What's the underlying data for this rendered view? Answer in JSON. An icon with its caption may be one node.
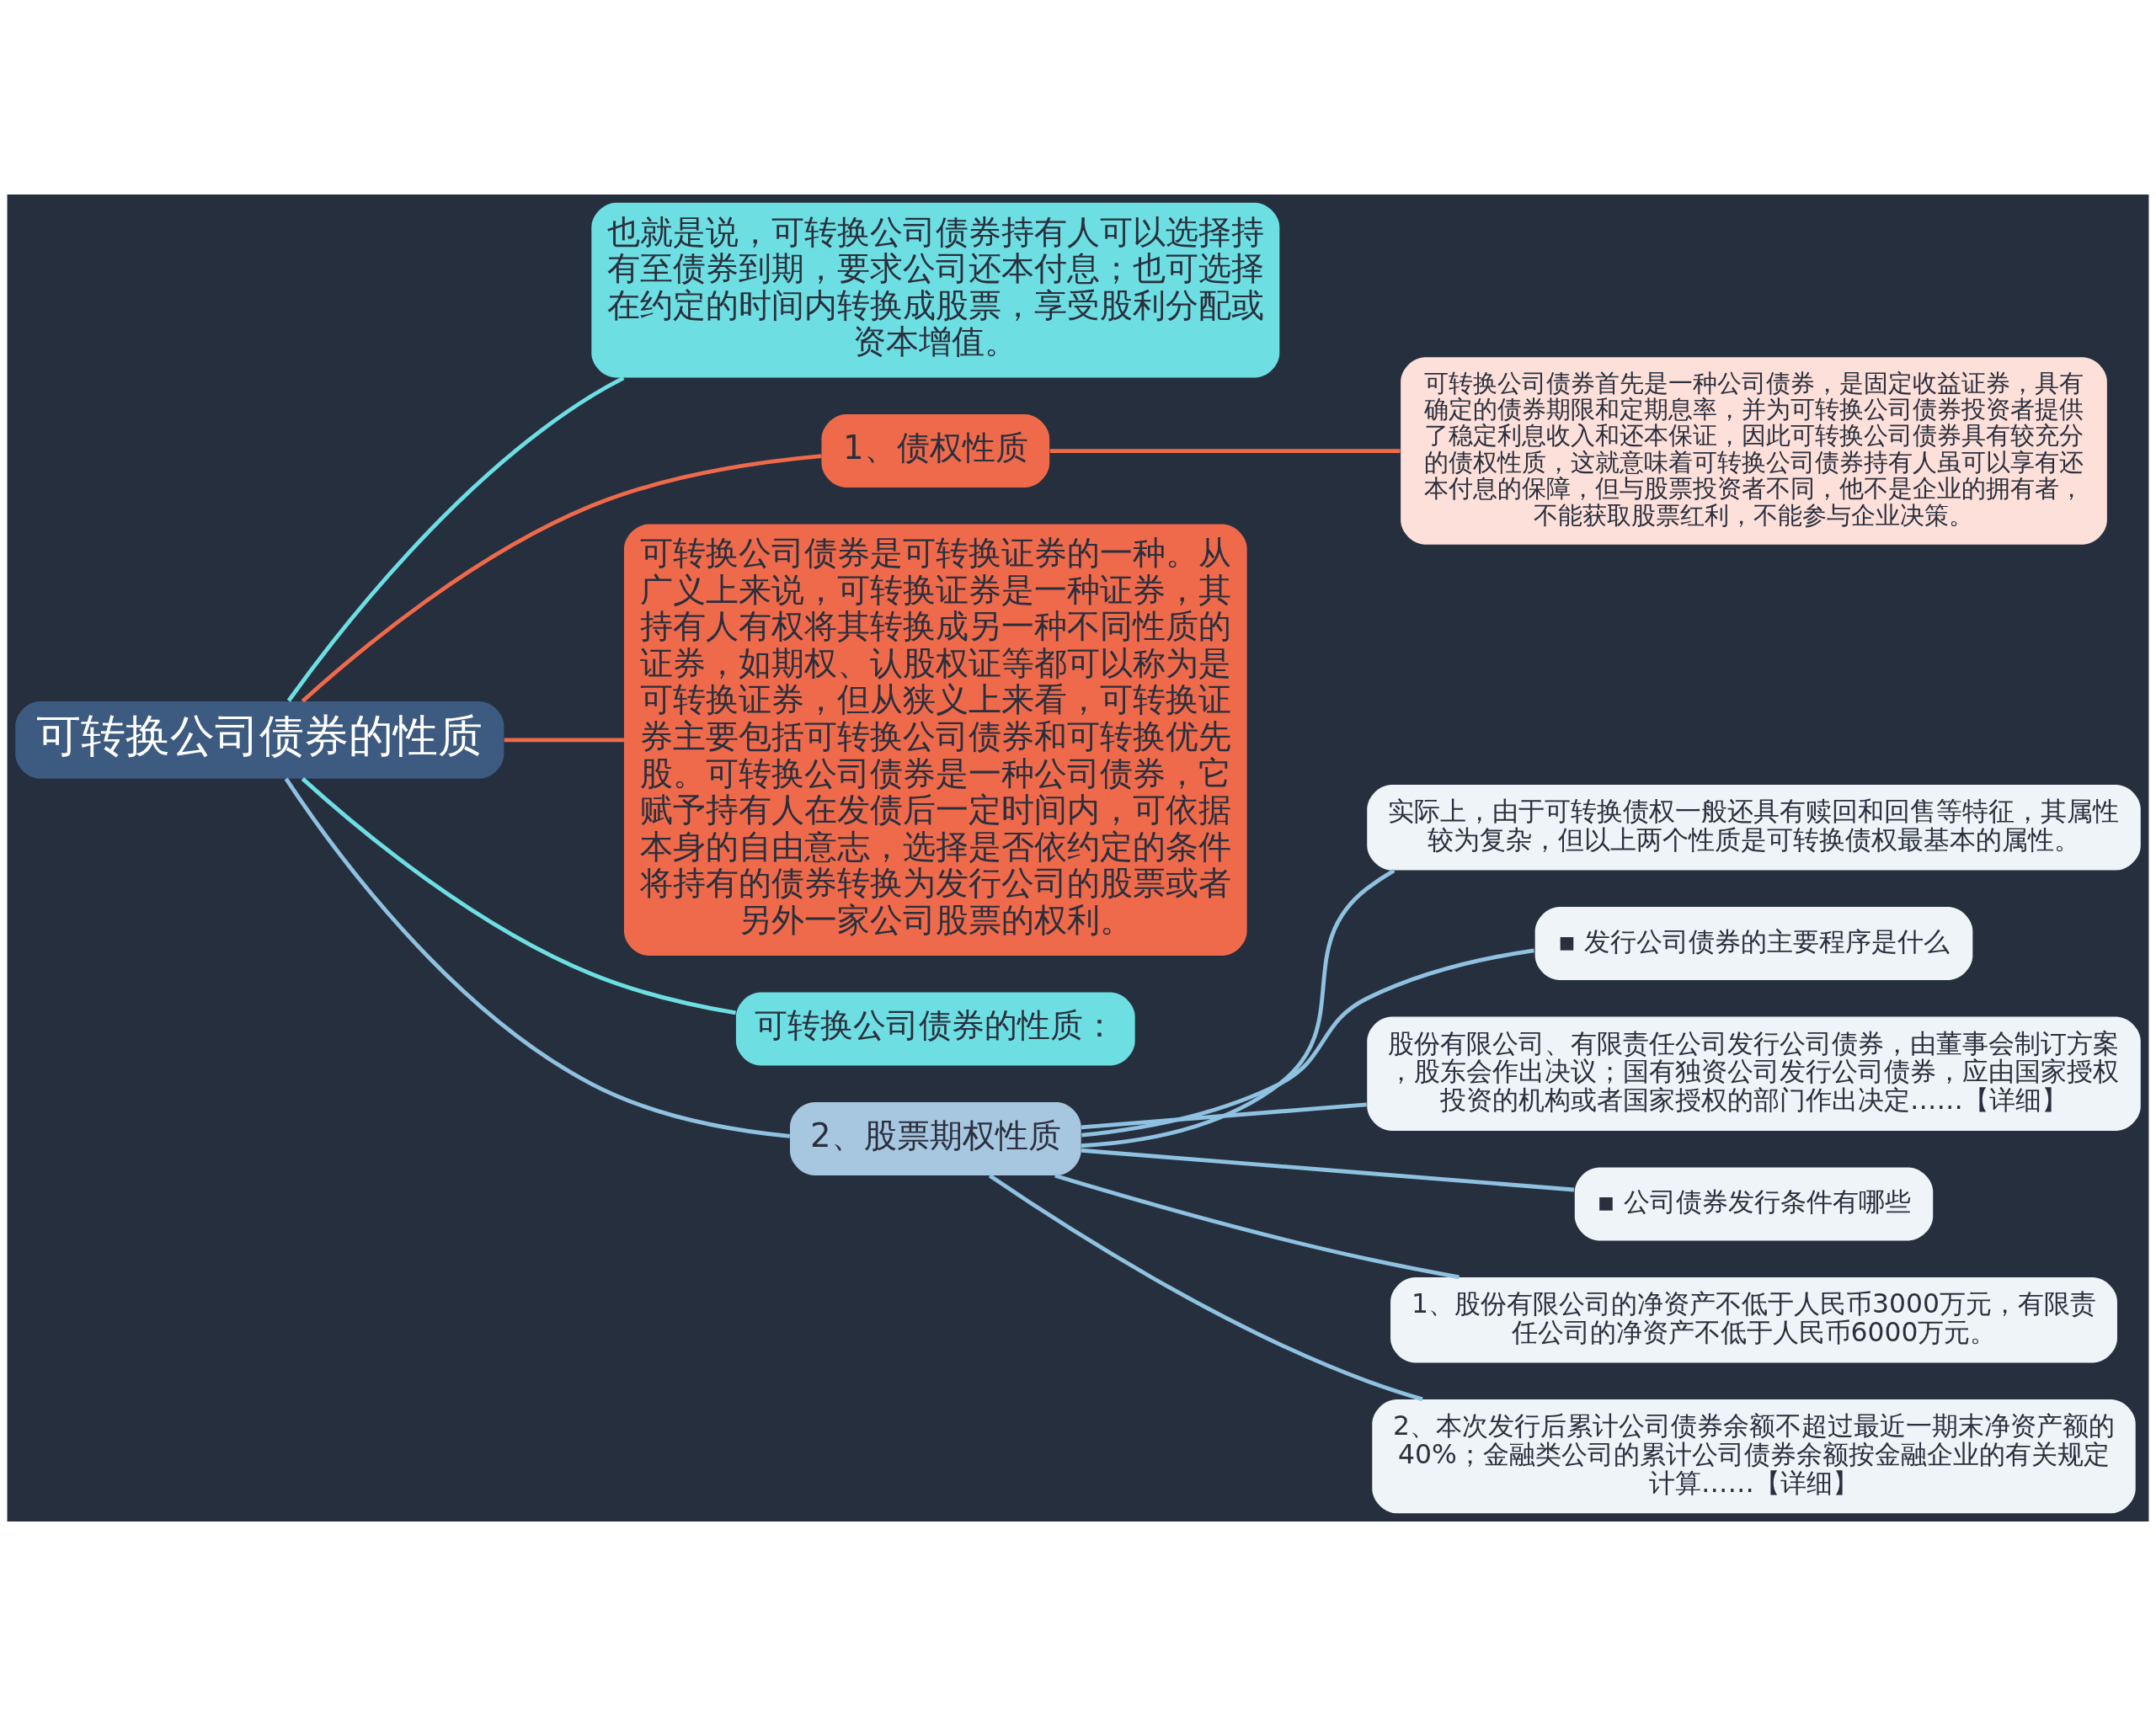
{
  "diagram": {
    "nodes": [
      {
        "text": [
          "可转换公司债券的性质"
        ]
      },
      {
        "text": [
          "也就是说，可转换公司债券持有人可以选择持有至债券到期，要求公司还本付息；也可选择在约定的时间内转换成股票，享受股利分配或资本增值。"
        ]
      },
      {
        "text": [
          "1、债权性质"
        ]
      },
      {
        "text": [
          "可转换公司债券首先是一种公司债券，是固定收益证券，具有确定的债券期限和定期息率，并为可转换公司债券投资者提供了稳定利息收入和还本保证，因此可转换公司债券具有较充分的债权性质，这就意味着可转换公司债券持有人虽可以享有还本付息的保障，但与股票投资者不同，他不是企业的拥有者，不能获取股票红利，不能参与企业决策。"
        ]
      },
      {
        "text": [
          "可转换公司债券是可转换证券的一种。从广义上来说，可转换证券是一种证券，其持有人有权将其转换成另一种不同性质的证券，如期权、认股权证等都可以称为是可转换证券，但从狭义上来看，可转换证券主要包括可转换公司债券和可转换优先股。可转换公司债券是一种公司债券，它赋予持有人在发债后一定时间内，可依据本身的自由意志，选择是否依约定的条件将持有的债券转换为发行公司的股票或者另外一家公司股票的权利。"
        ]
      },
      {
        "text": [
          "可转换公司债券的性质："
        ]
      },
      {
        "text": [
          "2、股票期权性质"
        ]
      },
      {
        "text": [
          "实际上，由于可转换债权一般还具有赎回和回售等特征，其属性较为复杂，但以上两个性质是可转换债权最基本的属性。"
        ]
      },
      {
        "text": [
          "▪ 发行公司债券的主要程序是什么"
        ]
      },
      {
        "text": [
          "股份有限公司、有限责任公司发行公司债券，由董事会制订方案，股东会作出决议；国有独资公司发行公司债券，应由国家授权投资的机构或者国家授权的部门作出决定……【详细】"
        ]
      },
      {
        "text": [
          "▪ 公司债券发行条件有哪些"
        ]
      },
      {
        "text": [
          "1、股份有限公司的净资产不低于人民币3000万元，有限责任公司的净资产不低于人民币6000万元。"
        ]
      },
      {
        "text": [
          "2、本次发行后累计公司债券余额不超过最近一期末净资产额的40%；金融类公司的累计公司债券余额按金融企业的有关规定计算……【详细】"
        ]
      }
    ],
    "edges": [
      {
        "from": 0,
        "to": 1,
        "arrow": "none",
        "color": "#6ddfe3"
      },
      {
        "from": 0,
        "to": 2,
        "arrow": "none",
        "color": "#ef6a4b"
      },
      {
        "from": 2,
        "to": 3,
        "arrow": "none",
        "color": "#ef6a4b"
      },
      {
        "from": 0,
        "to": 4,
        "arrow": "none",
        "color": "#ef6a4b"
      },
      {
        "from": 0,
        "to": 5,
        "arrow": "none",
        "color": "#6ddfe3"
      },
      {
        "from": 0,
        "to": 6,
        "arrow": "none"
      },
      {
        "from": 6,
        "to": 7,
        "arrow": "none"
      },
      {
        "from": 6,
        "to": 8,
        "arrow": "none"
      },
      {
        "from": 6,
        "to": 9,
        "arrow": "none"
      },
      {
        "from": 6,
        "to": 10,
        "arrow": "none"
      },
      {
        "from": 6,
        "to": 11,
        "arrow": "none"
      },
      {
        "from": 6,
        "to": 12,
        "arrow": "none"
      }
    ]
  }
}
